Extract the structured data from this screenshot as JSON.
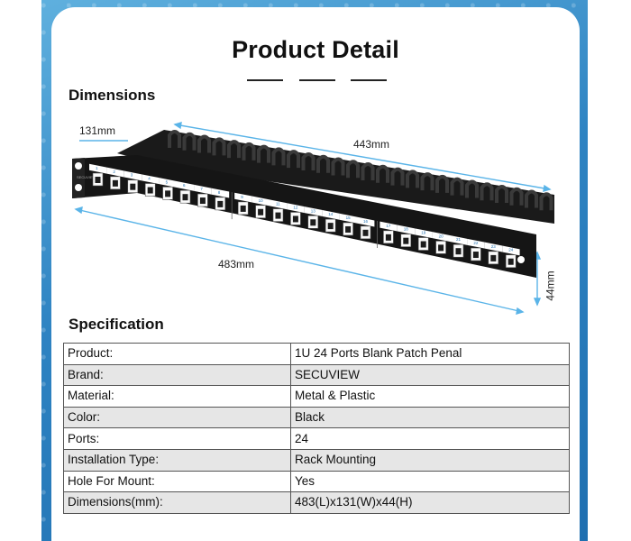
{
  "page": {
    "title": "Product Detail",
    "dimensions_heading": "Dimensions",
    "specification_heading": "Specification"
  },
  "dimensions": {
    "depth": "131mm",
    "inner_width": "443mm",
    "overall_width": "483mm",
    "height": "44mm"
  },
  "panel": {
    "brand_mark": "SECUVIEW",
    "port_numbers": [
      "1",
      "2",
      "3",
      "4",
      "5",
      "6",
      "7",
      "8",
      "9",
      "10",
      "11",
      "12",
      "13",
      "14",
      "15",
      "16",
      "17",
      "18",
      "19",
      "20",
      "21",
      "22",
      "23",
      "24"
    ]
  },
  "specification": [
    {
      "key": "Product:",
      "value": "1U 24 Ports Blank Patch Penal"
    },
    {
      "key": "Brand:",
      "value": "SECUVIEW"
    },
    {
      "key": "Material:",
      "value": "Metal & Plastic"
    },
    {
      "key": "Color:",
      "value": "Black"
    },
    {
      "key": "Ports:",
      "value": "24"
    },
    {
      "key": "Installation Type:",
      "value": "Rack Mounting"
    },
    {
      "key": "Hole For Mount:",
      "value": "Yes"
    },
    {
      "key": "Dimensions(mm):",
      "value": "483(L)x131(W)x44(H)"
    }
  ],
  "colors": {
    "background_blue": "#2e83c2",
    "dimension_line": "#5ab4e8",
    "port_strip": "#ffffff",
    "panel_body": "#111111"
  }
}
